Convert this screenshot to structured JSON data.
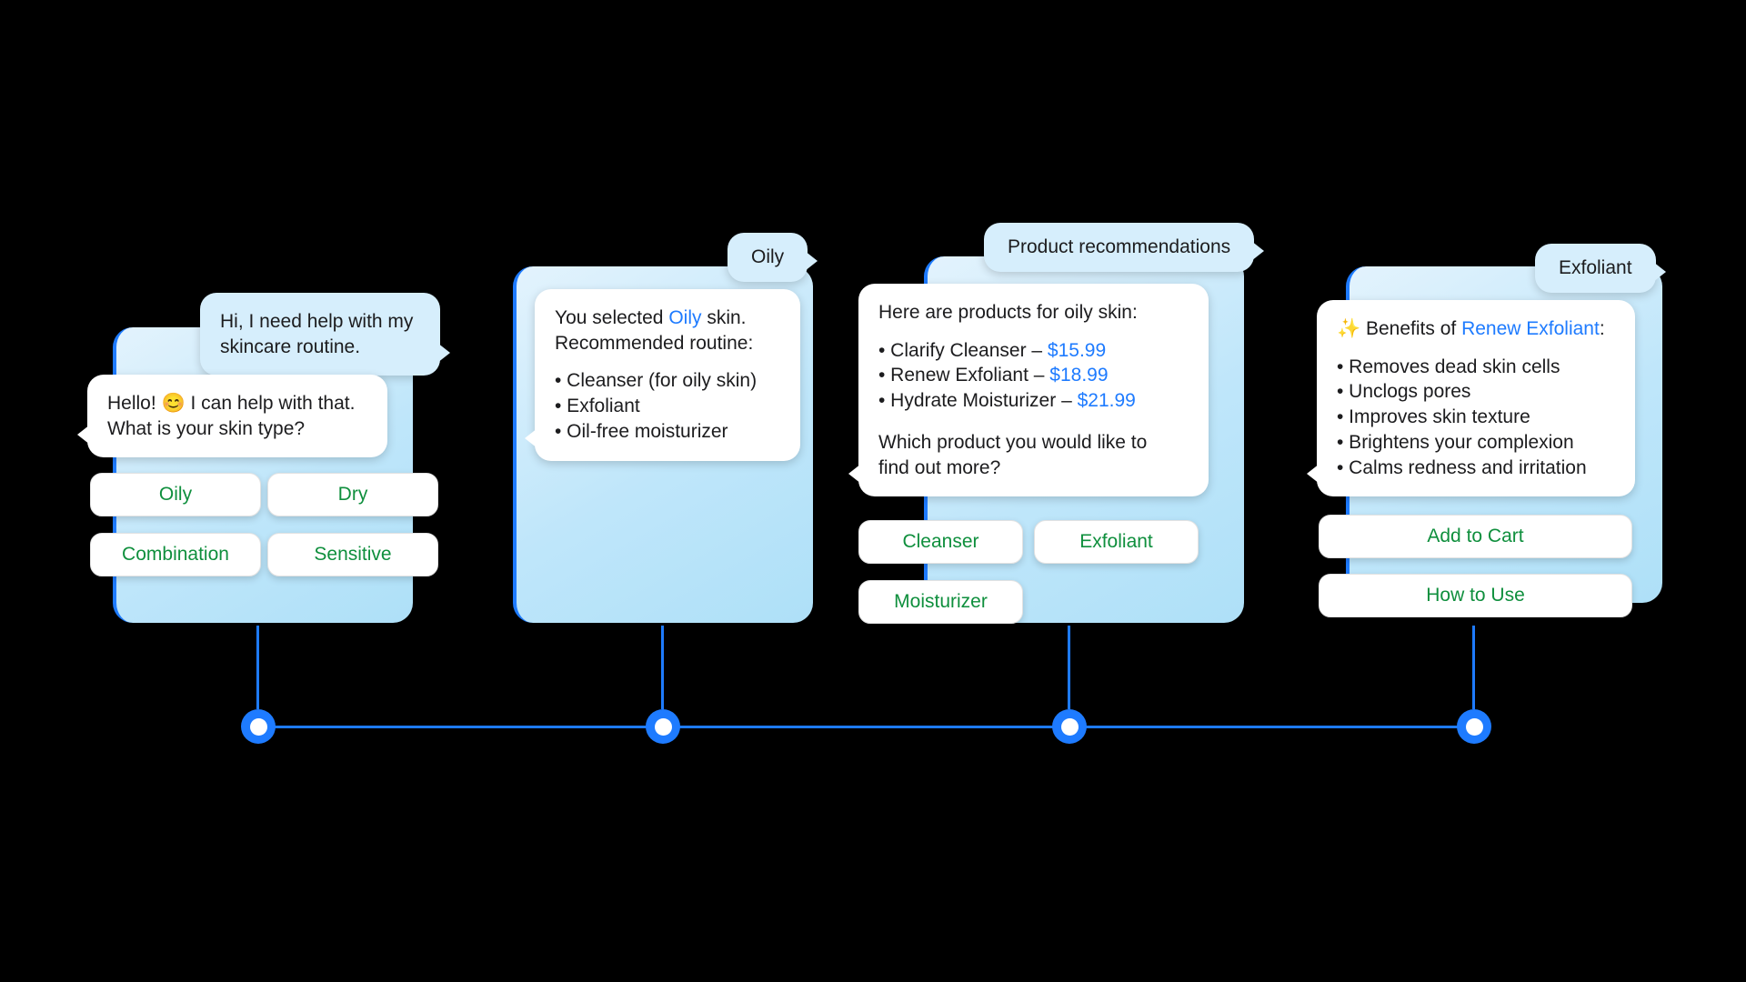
{
  "theme": {
    "accent_blue": "#1e7bff",
    "option_green": "#0f8f3d",
    "card_gradient_start": "#e3f3fd",
    "card_gradient_end": "#aee0f8",
    "user_bubble": "#d6eefc",
    "bot_bubble": "#ffffff",
    "background": "#000000"
  },
  "steps": [
    {
      "id": "step-1-skin-type",
      "user_message": "Hi, I need help with my skincare routine.",
      "bot_message": "Hello! 😊 I can help with that. What is your skin type?",
      "options": [
        "Oily",
        "Dry",
        "Combination",
        "Sensitive"
      ]
    },
    {
      "id": "step-2-routine",
      "chip_label": "Oily",
      "bot_line_1_prefix": "You selected ",
      "bot_line_1_highlight": "Oily",
      "bot_line_1_suffix": " skin.",
      "bot_line_2": "Recommended routine:",
      "bullets": [
        "• Cleanser (for oily skin)",
        "• Exfoliant",
        "• Oil-free moisturizer"
      ],
      "options": []
    },
    {
      "id": "step-3-products",
      "chip_label": "Product recommendations",
      "bot_heading": "Here are products for oily skin:",
      "products": [
        {
          "name": "• Clarify Cleanser – ",
          "price": "$15.99"
        },
        {
          "name": "• Renew Exfoliant – ",
          "price": "$18.99"
        },
        {
          "name": "• Hydrate Moisturizer – ",
          "price": "$21.99"
        }
      ],
      "bot_question_line_1": "Which product you would like to",
      "bot_question_line_2": "find out more?",
      "options": [
        "Cleanser",
        "Exfoliant",
        "Moisturizer"
      ]
    },
    {
      "id": "step-4-benefits",
      "chip_label": "Exfoliant",
      "sparkle_icon": "✨",
      "bot_heading_prefix": " Benefits of ",
      "bot_heading_highlight": "Renew Exfoliant",
      "bot_heading_suffix": ":",
      "benefits": [
        "• Removes dead skin cells",
        "• Unclogs pores",
        "• Improves skin texture",
        "• Brightens your complexion",
        "• Calms redness and irritation"
      ],
      "options": [
        "Add to Cart",
        "How to Use"
      ]
    }
  ]
}
